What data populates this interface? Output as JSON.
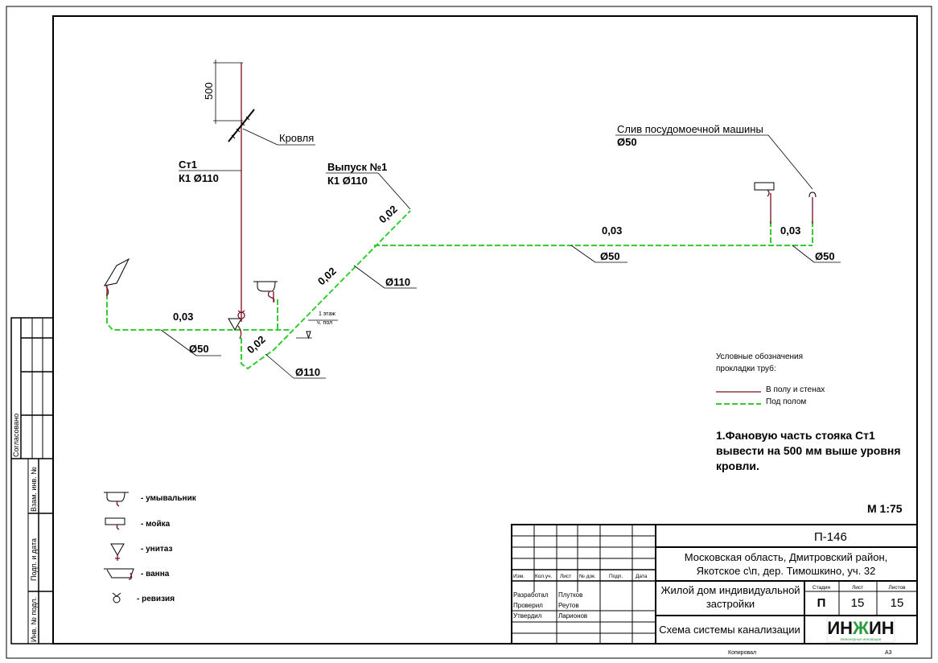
{
  "colors": {
    "pipe_in_walls": "#7a1020",
    "pipe_under_floor": "#33cc33",
    "logo_green": "#2a9d3a"
  },
  "scheme": {
    "riser_name": "Ст1",
    "riser_spec": "К1 Ø110",
    "dim_500": "500",
    "roof": "Кровля",
    "outlet_name": "Выпуск №1",
    "outlet_spec": "К1 Ø110",
    "dishwasher_label": "Слив посудомоечной машины",
    "dishwasher_dia": "Ø50",
    "floor_mark_1": "1 этаж",
    "floor_mark_2": "ч. пол",
    "slopes": [
      "0,03",
      "0,02",
      "0,02",
      "0,02",
      "0,03",
      "0,03"
    ],
    "diameters": [
      "Ø50",
      "Ø110",
      "Ø110",
      "Ø50",
      "Ø50"
    ]
  },
  "legend": {
    "title1": "Условные обозначения",
    "title2": "прокладки труб:",
    "in_walls": "В полу и стенах",
    "under_floor": "Под полом"
  },
  "note": {
    "line1": "1.Фановую часть стояка Ст1",
    "line2": "вывести на 500 мм выше уровня",
    "line3": "кровли."
  },
  "scale": "М 1:75",
  "symbols": [
    {
      "icon": "washbasin-icon",
      "label": "- умывальник"
    },
    {
      "icon": "sink-icon",
      "label": "- мойка"
    },
    {
      "icon": "toilet-icon",
      "label": "- унитаз"
    },
    {
      "icon": "bathtub-icon",
      "label": "- ванна"
    },
    {
      "icon": "cleanout-icon",
      "label": "- ревизия"
    }
  ],
  "side_stamp": {
    "agreed": "Согласовано",
    "replace": "Взам. инв. №",
    "sign_date": "Подп. и дата",
    "inv": "Инв. № подл."
  },
  "title_block": {
    "headers": [
      "Изм.",
      "Кол.уч.",
      "Лист",
      "№ док.",
      "Подп.",
      "Дата"
    ],
    "roles": [
      {
        "role": "Разработал",
        "name": "Плутков"
      },
      {
        "role": "Проверил",
        "name": "Реутов"
      },
      {
        "role": "Утвердил",
        "name": "Ларионов"
      }
    ],
    "code": "П-146",
    "address1": "Московская область, Дмитровский район,",
    "address2": "Якотское с\\п, дер. Тимошкино, уч. 32",
    "object1": "Жилой дом индивидуальной",
    "object2": "застройки",
    "stage_h": "Стадия",
    "sheet_h": "Лист",
    "sheets_h": "Листов",
    "stage": "П",
    "sheet": "15",
    "sheets": "15",
    "drawing": "Схема системы канализации",
    "logo": "ИНЖИН",
    "logo_sub": "Инженерные инновации",
    "copied": "Копировал",
    "format": "А3"
  }
}
